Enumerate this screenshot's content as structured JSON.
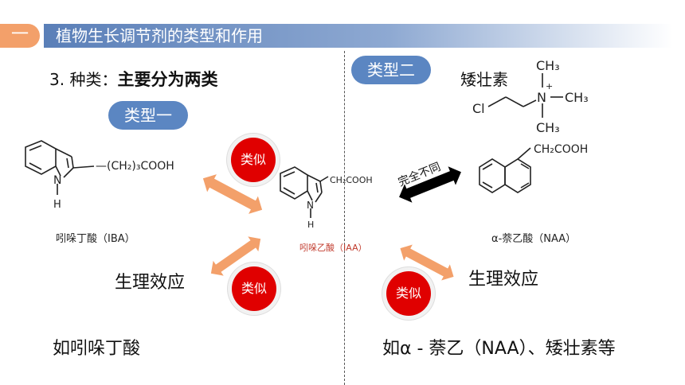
{
  "header": {
    "tab": "一",
    "title": "植物生长调节剂的类型和作用"
  },
  "section": {
    "heading_prefix": "3. 种类：",
    "heading_bold": "主要分为两类"
  },
  "type1": {
    "label": "类型一"
  },
  "type2": {
    "label": "类型二"
  },
  "molecules": {
    "iba": {
      "sidechain": "—(CH₂)₃COOH",
      "nh": "N",
      "h": "H",
      "caption": "吲哚丁酸（IBA）"
    },
    "iaa": {
      "sidechain": "CH₂COOH",
      "nh": "N",
      "h": "H",
      "caption": "吲哚乙酸（IAA）"
    },
    "naa": {
      "sidechain": "CH₂COOH",
      "caption": "α-萘乙酸（NAA）"
    },
    "ccc": {
      "name": "矮壮素",
      "cl": "Cl",
      "n": "N",
      "charge": "+",
      "me": "CH₃"
    }
  },
  "badges": {
    "similar": "类似"
  },
  "arrows": {
    "different": "完全不同"
  },
  "effects": {
    "left": "生理效应",
    "right": "生理效应"
  },
  "examples": {
    "left": "如吲哚丁酸",
    "right": "如α - 萘乙（NAA）、矮壮素等"
  },
  "colors": {
    "accent": "#f3a06a",
    "header": "#5a7fb8",
    "pill": "#5b86c2",
    "badge": "#e00000",
    "arrow": "#f3a06a"
  }
}
